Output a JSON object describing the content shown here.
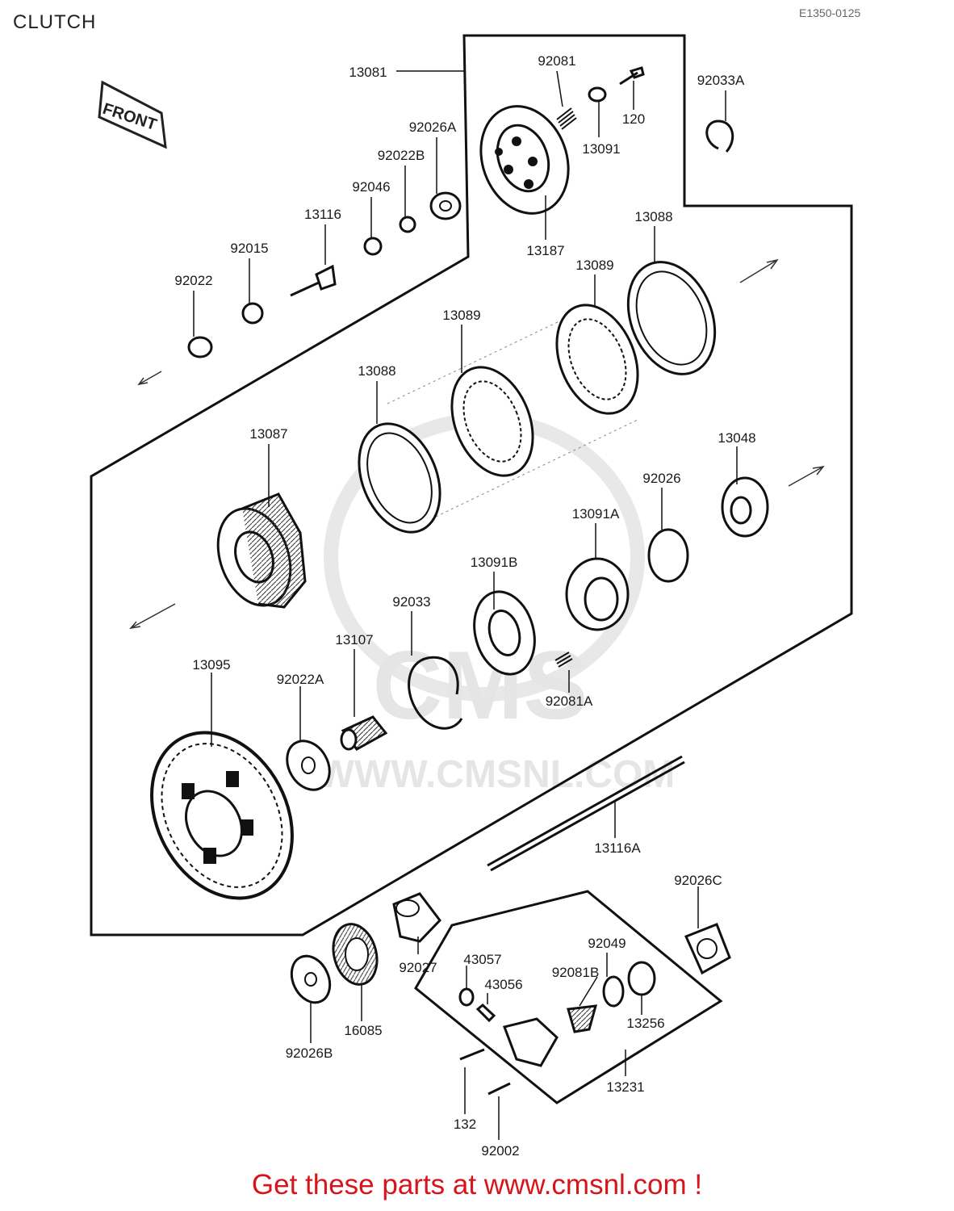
{
  "header": {
    "title": "CLUTCH",
    "drawing_code": "E1350-0125"
  },
  "front_marker": "FRONT",
  "watermark": {
    "logo_text": "CMS",
    "url_text": "WWW.CMSNL.COM"
  },
  "parts": [
    {
      "id": "p-13081",
      "label": "13081"
    },
    {
      "id": "p-92081",
      "label": "92081"
    },
    {
      "id": "p-120",
      "label": "120"
    },
    {
      "id": "p-13091",
      "label": "13091"
    },
    {
      "id": "p-92033A",
      "label": "92033A"
    },
    {
      "id": "p-92026A",
      "label": "92026A"
    },
    {
      "id": "p-92022B",
      "label": "92022B"
    },
    {
      "id": "p-92046",
      "label": "92046"
    },
    {
      "id": "p-13116",
      "label": "13116"
    },
    {
      "id": "p-92015",
      "label": "92015"
    },
    {
      "id": "p-92022",
      "label": "92022"
    },
    {
      "id": "p-13187",
      "label": "13187"
    },
    {
      "id": "p-13088a",
      "label": "13088"
    },
    {
      "id": "p-13089a",
      "label": "13089"
    },
    {
      "id": "p-13089b",
      "label": "13089"
    },
    {
      "id": "p-13088b",
      "label": "13088"
    },
    {
      "id": "p-13087",
      "label": "13087"
    },
    {
      "id": "p-13048",
      "label": "13048"
    },
    {
      "id": "p-92026",
      "label": "92026"
    },
    {
      "id": "p-13091A",
      "label": "13091A"
    },
    {
      "id": "p-13091B",
      "label": "13091B"
    },
    {
      "id": "p-92033",
      "label": "92033"
    },
    {
      "id": "p-13107",
      "label": "13107"
    },
    {
      "id": "p-13095",
      "label": "13095"
    },
    {
      "id": "p-92022A",
      "label": "92022A"
    },
    {
      "id": "p-92081A",
      "label": "92081A"
    },
    {
      "id": "p-13116A",
      "label": "13116A"
    },
    {
      "id": "p-92026C",
      "label": "92026C"
    },
    {
      "id": "p-92049",
      "label": "92049"
    },
    {
      "id": "p-43057",
      "label": "43057"
    },
    {
      "id": "p-43056",
      "label": "43056"
    },
    {
      "id": "p-92081B",
      "label": "92081B"
    },
    {
      "id": "p-92027",
      "label": "92027"
    },
    {
      "id": "p-13256",
      "label": "13256"
    },
    {
      "id": "p-16085",
      "label": "16085"
    },
    {
      "id": "p-92026B",
      "label": "92026B"
    },
    {
      "id": "p-13231",
      "label": "13231"
    },
    {
      "id": "p-132",
      "label": "132"
    },
    {
      "id": "p-92002",
      "label": "92002"
    }
  ],
  "footer": {
    "text": "Get these parts at www.cmsnl.com !",
    "color": "#d8141b"
  }
}
